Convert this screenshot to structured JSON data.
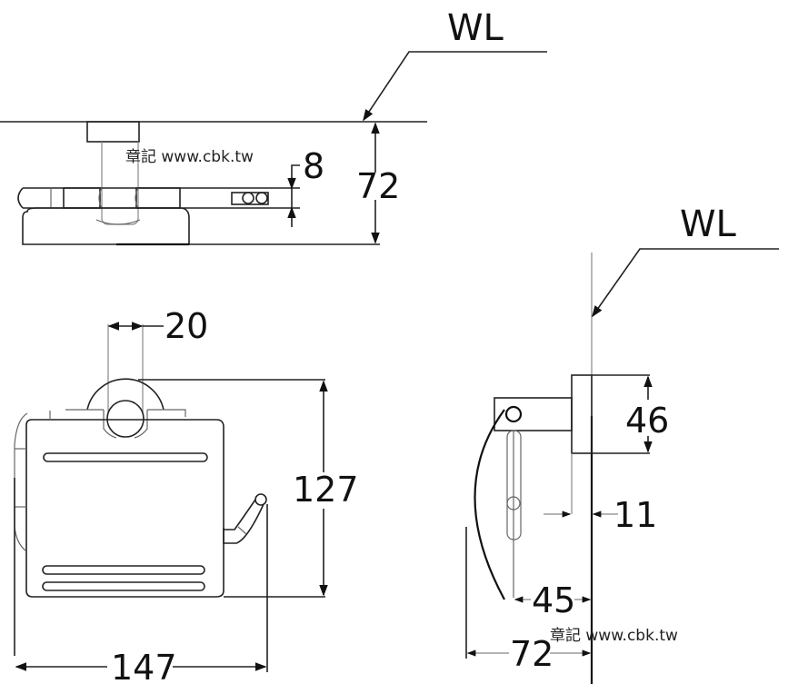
{
  "title": "Toilet paper holder dimension drawing",
  "reference_label": "WL",
  "watermark": "章記 www.cbk.tw",
  "top_view": {
    "wl_label": "WL",
    "dimensions": {
      "depth": "72",
      "bar_thickness": "8"
    }
  },
  "front_view": {
    "dimensions": {
      "mount_diameter": "20",
      "height": "127",
      "width": "147"
    }
  },
  "side_view": {
    "wl_label": "WL",
    "dimensions": {
      "plate_height": "46",
      "plate_depth": "11",
      "arm_offset": "45",
      "total_depth": "72"
    }
  }
}
